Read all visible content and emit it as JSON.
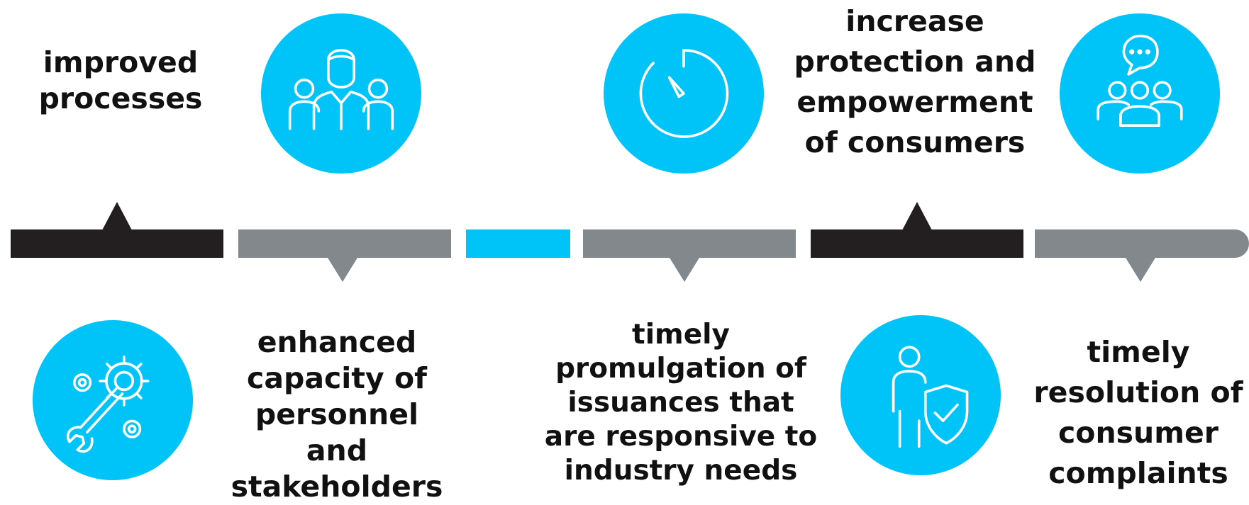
{
  "colors": {
    "accent": "#00c3f8",
    "dark_bar": "#231f20",
    "gray_bar": "#83888d",
    "text": "#111111"
  },
  "milestones": [
    {
      "label": "improved\nprocesses",
      "icon": "gears-wrench-icon"
    },
    {
      "label": "enhanced\ncapacity of\npersonnel and\nstakeholders",
      "icon": "team-people-icon"
    },
    {
      "label": "timely\npromulgation of\nissuances that\nare responsive to\nindustry needs",
      "icon": "stopwatch-icon"
    },
    {
      "label": "increase\nprotection and\nempowerment\nof consumers",
      "icon": "person-shield-icon"
    },
    {
      "label": "timely\nresolution of\nconsumer\ncomplaints",
      "icon": "group-chat-icon"
    }
  ]
}
